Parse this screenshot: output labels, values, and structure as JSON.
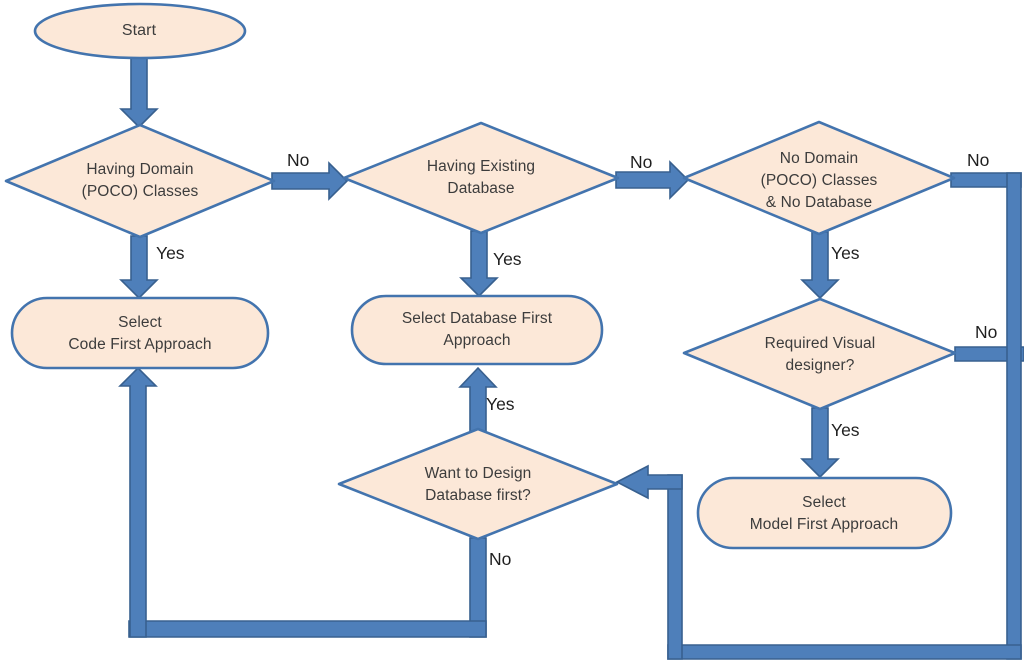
{
  "nodes": {
    "start": {
      "lines": [
        "Start"
      ]
    },
    "having_domain": {
      "lines": [
        "Having Domain",
        "(POCO) Classes"
      ]
    },
    "having_existing_db": {
      "lines": [
        "Having Existing",
        "Database"
      ]
    },
    "no_domain_no_db": {
      "lines": [
        "No Domain",
        "(POCO) Classes",
        "& No Database"
      ]
    },
    "code_first": {
      "lines": [
        "Select",
        "Code First Approach"
      ]
    },
    "db_first": {
      "lines": [
        "Select Database First",
        "Approach"
      ]
    },
    "required_visual_designer": {
      "lines": [
        "Required Visual",
        "designer?"
      ]
    },
    "want_design_db_first": {
      "lines": [
        "Want to Design",
        "Database first?"
      ]
    },
    "model_first": {
      "lines": [
        "Select",
        "Model First Approach"
      ]
    }
  },
  "edge_labels": {
    "yes": "Yes",
    "no": "No"
  },
  "colors": {
    "connector_fill": "#4E7FBA",
    "connector_stroke": "#38608F",
    "shape_fill": "#FCE8D8",
    "shape_stroke": "#4374AE",
    "node_text": "#3C3C3C",
    "edge_label_text": "#1F1F1F",
    "background": "#FFFFFF"
  }
}
